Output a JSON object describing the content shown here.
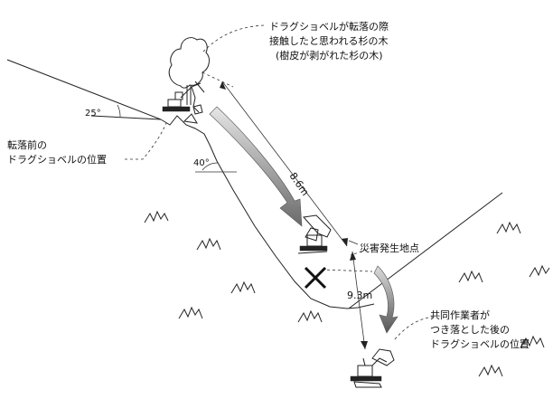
{
  "labels": {
    "tree_callout_1": "ドラグショベルが転落の際",
    "tree_callout_2": "接触したと思われる杉の木",
    "tree_callout_3": "(樹皮が剥がれた杉の木)",
    "before_fall_1": "転落前の",
    "before_fall_2": "ドラグショベルの位置",
    "accident_site": "災害発生地点",
    "coworker_1": "共同作業者が",
    "coworker_2": "つき落とした後の",
    "coworker_3": "ドラグショベルの位置"
  },
  "angles": {
    "upper": "25°",
    "lower": "40°"
  },
  "dimensions": {
    "first": "8.6m",
    "second": "9.3m"
  }
}
